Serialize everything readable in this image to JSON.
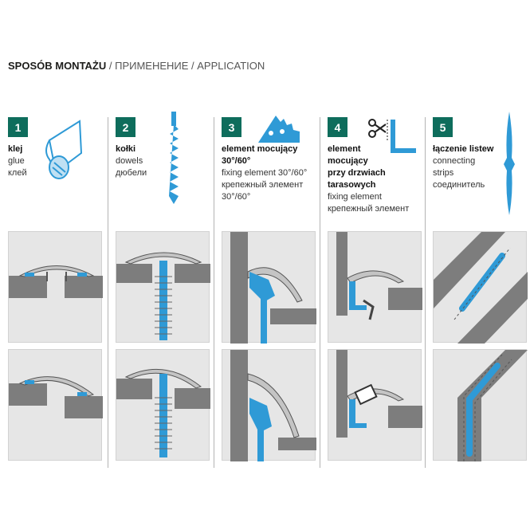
{
  "header": {
    "title_pl": "SPOSÓB MONTAŻU",
    "title_rest": " / ПРИМЕНЕНИЕ / APPLICATION"
  },
  "colors": {
    "accent_blue": "#2f9ad6",
    "badge_green": "#0e6d5c",
    "panel_gray": "#e6e6e6",
    "board_gray": "#7d7d7d"
  },
  "steps": [
    {
      "number": "1",
      "lines_bold": [
        "klej"
      ],
      "lines": [
        "glue",
        "клей"
      ],
      "icon": "glue-tape-icon"
    },
    {
      "number": "2",
      "lines_bold": [
        "kołki"
      ],
      "lines": [
        "dowels",
        "дюбели"
      ],
      "icon": "dowel-icon"
    },
    {
      "number": "3",
      "lines_bold": [
        "element mocujący",
        "30°/60°"
      ],
      "lines": [
        "fixing element 30°/60°",
        "крепежный элемент",
        "30°/60°"
      ],
      "icon": "fixing-element-icon"
    },
    {
      "number": "4",
      "lines_bold": [
        "element",
        "mocujący",
        "przy drzwiach",
        "tarasowych"
      ],
      "lines": [
        "fixing element",
        "крепежный элемент"
      ],
      "icon": "door-fixing-element-icon"
    },
    {
      "number": "5",
      "lines_bold": [
        "łączenie listew"
      ],
      "lines": [
        "connecting",
        "strips",
        "соединитель"
      ],
      "icon": "connector-icon"
    }
  ]
}
